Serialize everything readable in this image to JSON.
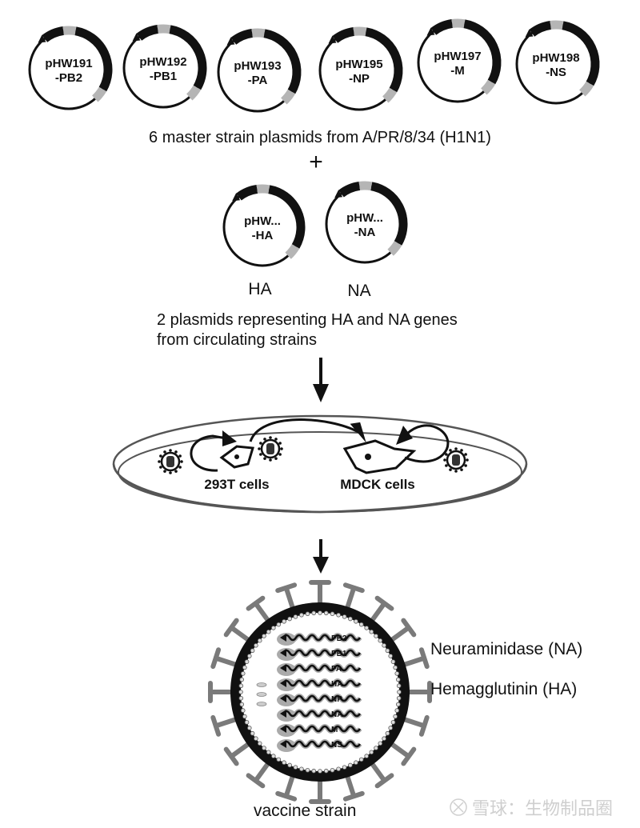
{
  "master_plasmids": {
    "items": [
      {
        "line1": "pHW191",
        "line2": "-PB2"
      },
      {
        "line1": "pHW192",
        "line2": "-PB1"
      },
      {
        "line1": "pHW193",
        "line2": "-PA"
      },
      {
        "line1": "pHW195",
        "line2": "-NP"
      },
      {
        "line1": "pHW197",
        "line2": "-M"
      },
      {
        "line1": "pHW198",
        "line2": "-NS"
      }
    ],
    "caption": "6  master strain plasmids from A/PR/8/34 (H1N1)"
  },
  "plus_sign": "+",
  "variable_plasmids": {
    "items": [
      {
        "line1": "pHW...",
        "line2": "-HA",
        "label": "HA"
      },
      {
        "line1": "pHW...",
        "line2": "-NA",
        "label": "NA"
      }
    ],
    "caption_line1": "2 plasmids representing HA and NA genes",
    "caption_line2": "from circulating strains"
  },
  "culture": {
    "cell_labels": [
      "293T cells",
      "MDCK cells"
    ]
  },
  "virion": {
    "segments": [
      "PB2",
      "PB1",
      "PA",
      "HA",
      "NP",
      "NA",
      "M",
      "NS"
    ],
    "legend": [
      "Neuraminidase (NA)",
      "Hemagglutinin (HA)"
    ],
    "caption": "vaccine strain"
  },
  "watermark": "雪球：生物制品圈",
  "colors": {
    "ink": "#111111",
    "marker_gray": "#b5b5b5",
    "spike_gray": "#7a7a7a",
    "watermark": "#cfcfcf"
  }
}
